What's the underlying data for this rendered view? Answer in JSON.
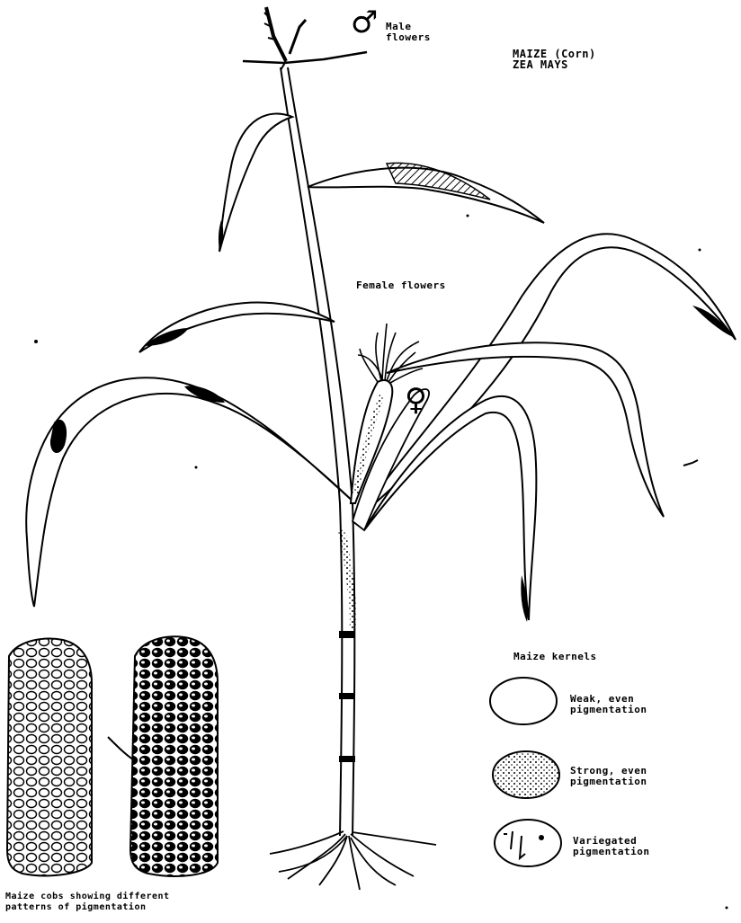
{
  "title": {
    "line1": "MAIZE (Corn)",
    "line2": "ZEA MAYS"
  },
  "male": {
    "symbol": "♂",
    "line1": "Male",
    "line2": "flowers"
  },
  "female": {
    "label": "Female flowers",
    "symbol": "♀"
  },
  "kernels": {
    "heading": "Maize kernels",
    "items": [
      {
        "line1": "Weak, even",
        "line2": "pigmentation"
      },
      {
        "line1": "Strong, even",
        "line2": "pigmentation"
      },
      {
        "line1": "Variegated",
        "line2": "pigmentation"
      }
    ]
  },
  "cobs_caption": {
    "line1": "Maize cobs showing different",
    "line2": "patterns of pigmentation"
  },
  "colors": {
    "ink": "#000000",
    "paper": "#ffffff"
  }
}
